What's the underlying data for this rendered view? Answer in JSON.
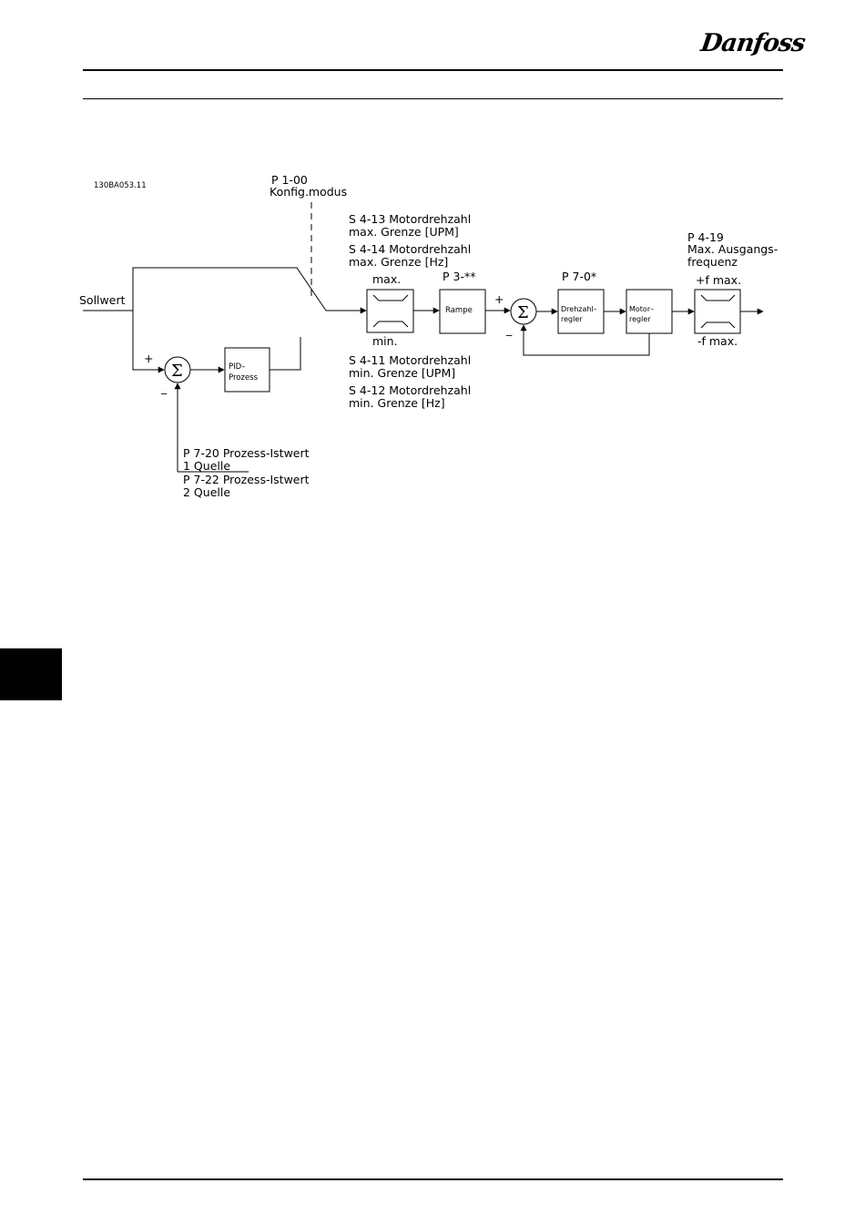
{
  "header": {
    "logo_text": "Danfoss"
  },
  "diagram": {
    "id_code": "130BA053.11",
    "config_mode": {
      "param": "P 1-00",
      "label": "Konfig.modus"
    },
    "setpoint": "Sollwert",
    "upper_limits": [
      {
        "line1": "S 4-13 Motordrehzahl",
        "line2": "max. Grenze [UPM]"
      },
      {
        "line1": "S 4-14 Motordrehzahl",
        "line2": "max. Grenze [Hz]"
      }
    ],
    "lower_limits": [
      {
        "line1": "S 4-11 Motordrehzahl",
        "line2": "min. Grenze [UPM]"
      },
      {
        "line1": "S 4-12 Motordrehzahl",
        "line2": "min. Grenze [Hz]"
      }
    ],
    "limiter": {
      "max": "max.",
      "min": "min."
    },
    "ramp": {
      "param": "P 3-**",
      "label": "Rampe"
    },
    "speed_ctrl": {
      "param": "P 7-0*",
      "line1": "Drehzahl–",
      "line2": "regler"
    },
    "motor_ctrl": {
      "line1": "Motor–",
      "line2": "regler"
    },
    "freq_limit": {
      "param": "P 4-19",
      "line1": "Max. Ausgangs-",
      "line2": "frequenz",
      "max": "+f max.",
      "min": "-f max."
    },
    "pid": {
      "line1": "PID–",
      "line2": "Prozess"
    },
    "sum_symbol": "Σ",
    "sign_plus": "+",
    "sign_minus": "_",
    "feedback": [
      {
        "line1": "P 7-20 Prozess-Istwert",
        "line2": "1 Quelle"
      },
      {
        "line1": "P 7-22 Prozess-Istwert",
        "line2": "2 Quelle"
      }
    ]
  }
}
